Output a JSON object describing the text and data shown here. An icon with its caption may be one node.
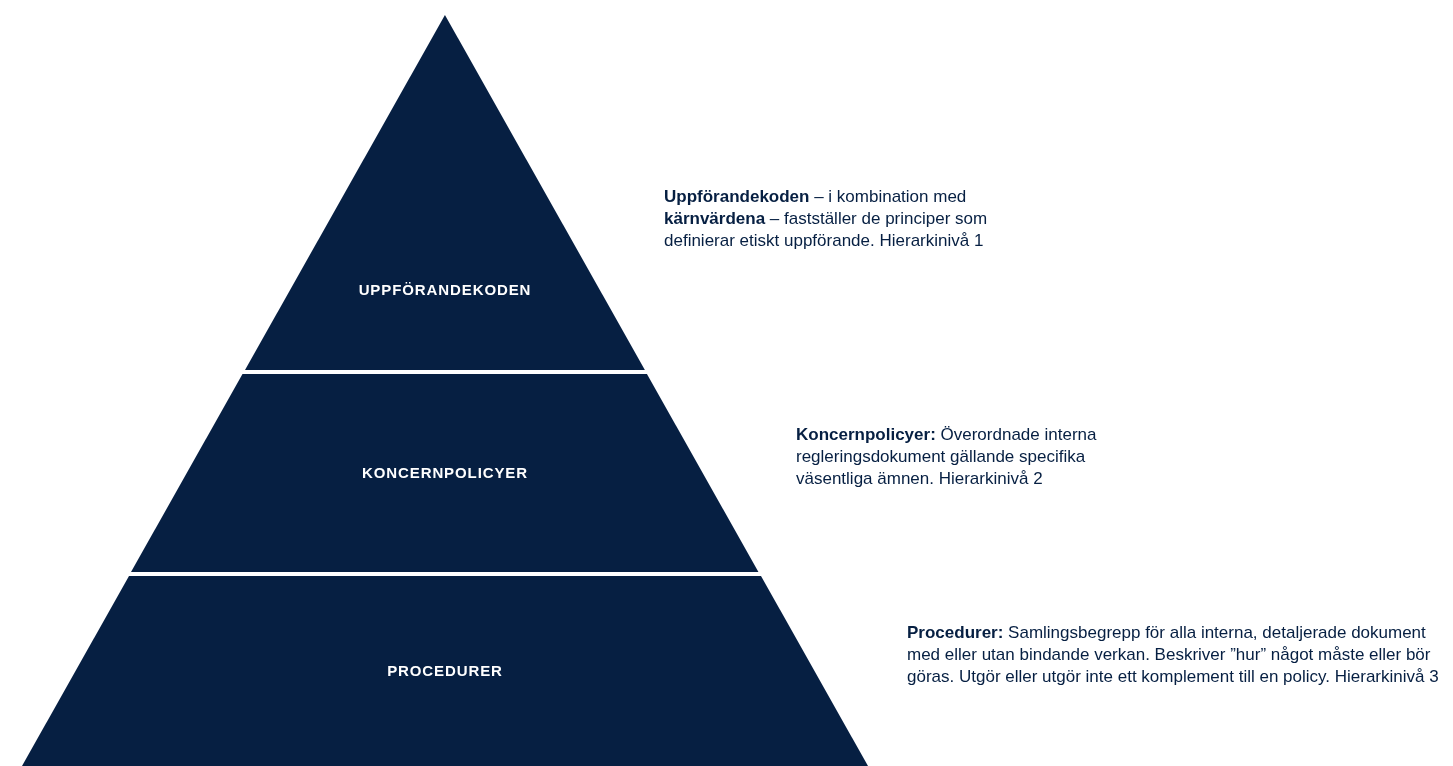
{
  "diagram": {
    "nodes": [
      {
        "text": [
          "UPPFÖRANDEKODEN"
        ],
        "beside": [
          "**Uppförandekoden** – i kombination med **kärnvärdena** – fastställer de principer som definierar etiskt uppförande. Hierarkinivå 1"
        ]
      },
      {
        "text": [
          "KONCERNPOLICYER"
        ],
        "beside": [
          "**Koncernpolicyer:** Överordnade interna regleringsdokument gällande specifika väsentliga ämnen. Hierarkinivå 2"
        ]
      },
      {
        "text": [
          "PROCEDURER"
        ],
        "beside": [
          "**Procedurer:** Samlingsbegrepp för alla interna, detaljerade dokument med eller utan bindande verkan. Beskriver ”hur” något måste eller bör göras. Utgör eller utgör inte ett komplement till en policy. Hierarkinivå 3"
        ]
      }
    ]
  }
}
